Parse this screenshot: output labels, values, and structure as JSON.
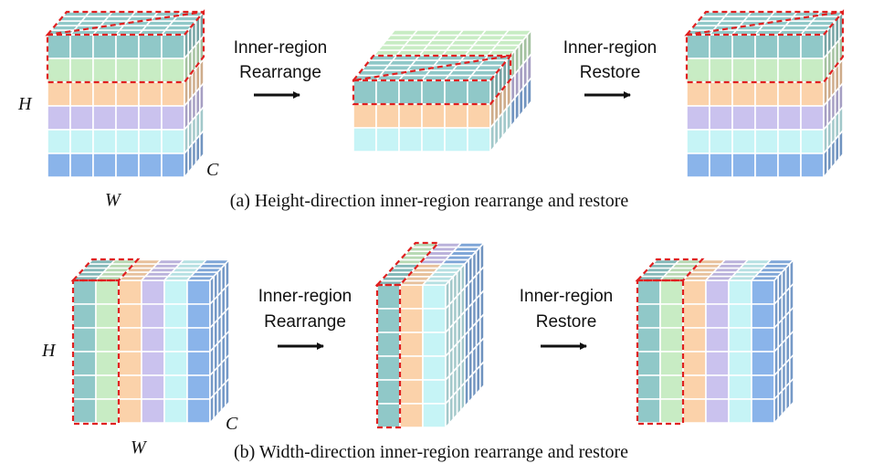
{
  "colors": {
    "teal": "#90c8c8",
    "green": "#c8ecc4",
    "orange": "#fbd2aa",
    "purple": "#cac2ee",
    "cyan": "#c6f4f6",
    "blue": "#8ab4ea",
    "dash": "#e02020",
    "grid": "#ffffff",
    "arrow": "#111111"
  },
  "panel_a": {
    "caption": "(a) Height-direction inner-region rearrange and restore",
    "axis_h": "H",
    "axis_w": "W",
    "axis_c": "C",
    "step1": {
      "line1": "Inner-region",
      "line2": "Rearrange"
    },
    "step2": {
      "line1": "Inner-region",
      "line2": "Restore"
    }
  },
  "panel_b": {
    "caption": "(b) Width-direction inner-region rearrange and restore",
    "axis_h": "H",
    "axis_w": "W",
    "axis_c": "C",
    "step1": {
      "line1": "Inner-region",
      "line2": "Rearrange"
    },
    "step2": {
      "line1": "Inner-region",
      "line2": "Restore"
    }
  }
}
